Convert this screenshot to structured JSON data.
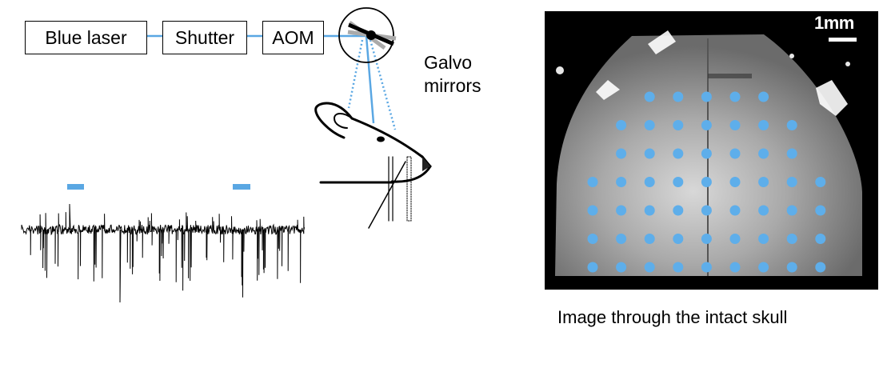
{
  "setup": {
    "components": [
      "Blue laser",
      "Shutter",
      "AOM"
    ],
    "galvo_label_line1": "Galvo",
    "galvo_label_line2": "mirrors"
  },
  "image_panel": {
    "scale_bar_label": "1mm",
    "caption": "Image through the intact skull"
  },
  "colors": {
    "laser_blue": "#5aa7e3",
    "site_dot": "#5eaeea",
    "trace": "#000000"
  }
}
